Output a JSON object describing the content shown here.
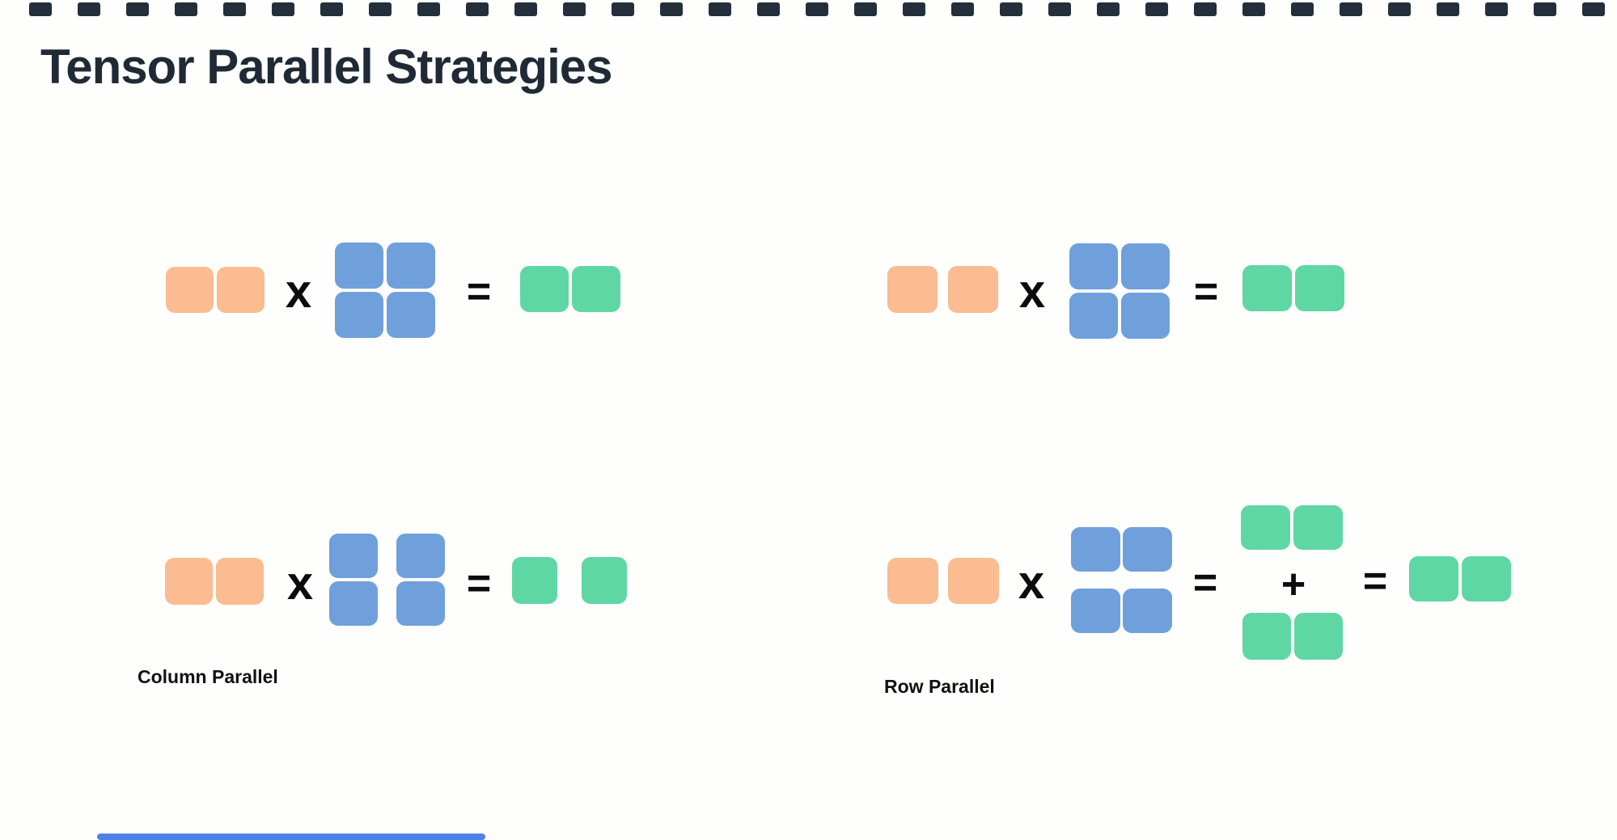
{
  "title": "Tensor Parallel Strategies",
  "operators": {
    "multiply": "x",
    "equals": "=",
    "plus": "+"
  },
  "colors": {
    "orange": "#fabc90",
    "blue": "#6fa0db",
    "green": "#5ed7a4",
    "ink": "#0c0c0c",
    "title": "#1f2a36",
    "film": "#232f3b",
    "scrollbar": "#4f81e9"
  },
  "decorations": {
    "film_square_count": 33
  },
  "diagrams": {
    "top_left": {
      "activation": {
        "rows": 1,
        "cols": 2,
        "color": "orange"
      },
      "weight": {
        "rows": 2,
        "cols": 2,
        "color": "blue"
      },
      "output": {
        "rows": 1,
        "cols": 2,
        "color": "green"
      }
    },
    "top_right": {
      "activation": {
        "rows": 1,
        "cols": 2,
        "color": "orange"
      },
      "weight": {
        "rows": 2,
        "cols": 2,
        "color": "blue"
      },
      "output": {
        "rows": 1,
        "cols": 2,
        "color": "green"
      }
    },
    "bottom_left": {
      "label": "Column Parallel",
      "activation": {
        "rows": 1,
        "cols": 2,
        "color": "orange"
      },
      "weight": {
        "rows": 2,
        "cols": 2,
        "color": "blue"
      },
      "output": {
        "rows": 1,
        "cols": 2,
        "color": "green"
      }
    },
    "bottom_right": {
      "label": "Row Parallel",
      "activation": {
        "rows": 1,
        "cols": 2,
        "color": "orange"
      },
      "weight": {
        "rows": 2,
        "cols": 2,
        "color": "blue"
      },
      "partial_top": {
        "rows": 1,
        "cols": 2,
        "color": "green"
      },
      "partial_bottom": {
        "rows": 1,
        "cols": 2,
        "color": "green"
      },
      "output": {
        "rows": 1,
        "cols": 2,
        "color": "green"
      }
    }
  }
}
